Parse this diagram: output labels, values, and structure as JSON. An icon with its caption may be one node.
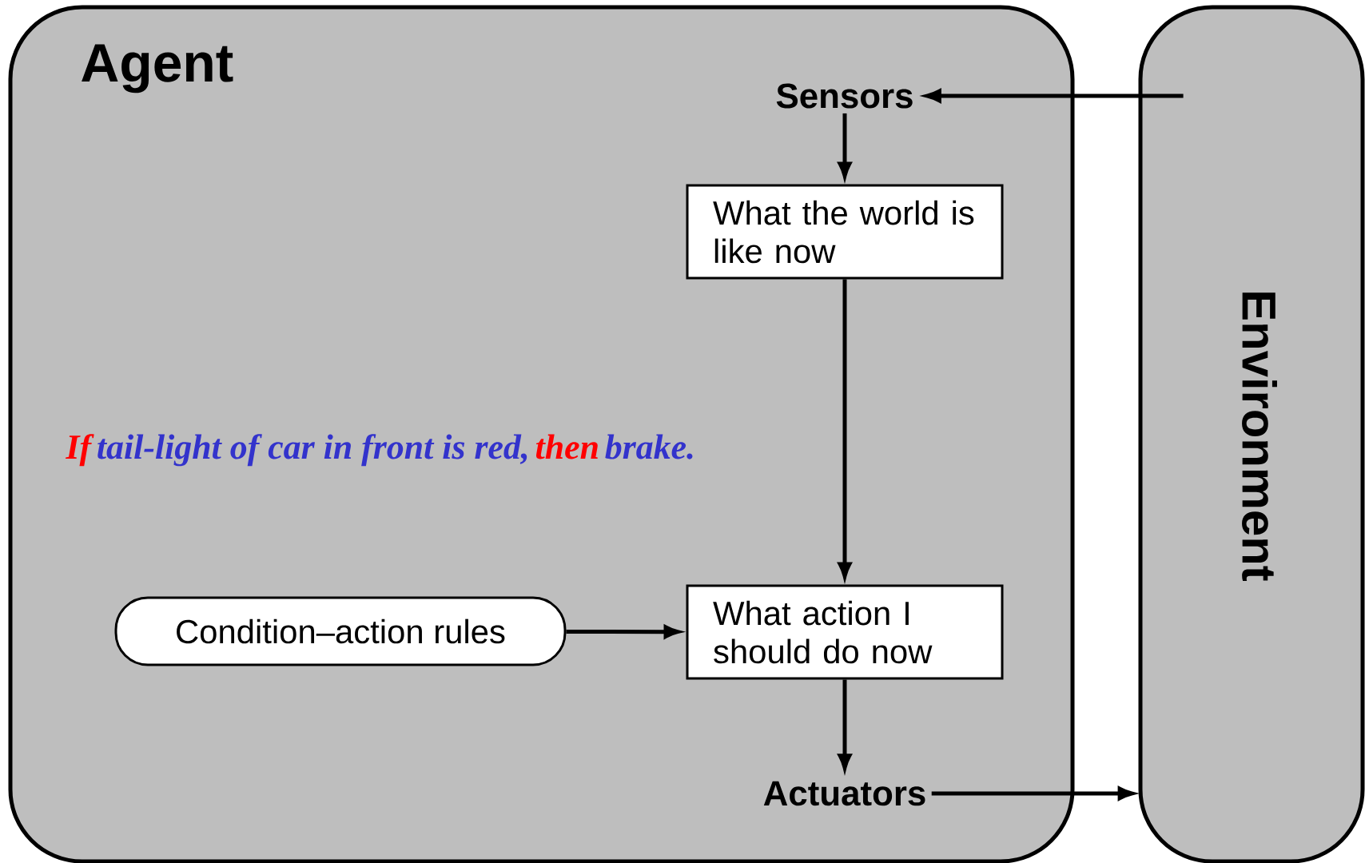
{
  "diagram": {
    "nodes": [
      {
        "text": [
          "Agent"
        ]
      },
      {
        "text": [
          "Environment"
        ]
      },
      {
        "text": [
          "Sensors"
        ],
        "in": 0
      },
      {
        "text": [
          "What the world is like now"
        ],
        "in": 0
      },
      {
        "text": [
          "Condition–action rules"
        ],
        "in": 0
      },
      {
        "text": [
          "What action I should do now"
        ],
        "in": 0
      },
      {
        "text": [
          "Actuators"
        ],
        "in": 0
      }
    ],
    "edges": [
      {
        "from": 1,
        "to": 2,
        "arrow": "to"
      },
      {
        "from": 2,
        "to": 3,
        "arrow": "to"
      },
      {
        "from": 3,
        "to": 5,
        "arrow": "to"
      },
      {
        "from": 4,
        "to": 5,
        "arrow": "to"
      },
      {
        "from": 5,
        "to": 6,
        "arrow": "to"
      },
      {
        "from": 6,
        "to": 1,
        "arrow": "to"
      }
    ],
    "labels": [
      "If",
      "tail-light of car in front is red,",
      "then",
      "brake."
    ]
  }
}
